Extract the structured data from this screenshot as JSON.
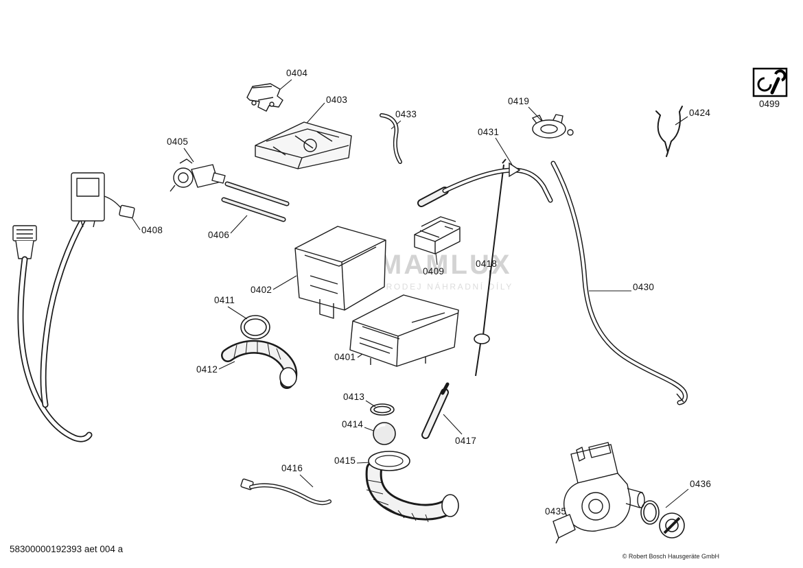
{
  "page": {
    "background_color": "#ffffff",
    "line_color": "#1a1a1a"
  },
  "parts": [
    {
      "id": "0401"
    },
    {
      "id": "0402"
    },
    {
      "id": "0403"
    },
    {
      "id": "0404"
    },
    {
      "id": "0405"
    },
    {
      "id": "0406"
    },
    {
      "id": "0408"
    },
    {
      "id": "0409"
    },
    {
      "id": "0411"
    },
    {
      "id": "0412"
    },
    {
      "id": "0413"
    },
    {
      "id": "0414"
    },
    {
      "id": "0415"
    },
    {
      "id": "0416"
    },
    {
      "id": "0417"
    },
    {
      "id": "0418"
    },
    {
      "id": "0419"
    },
    {
      "id": "0424"
    },
    {
      "id": "0430"
    },
    {
      "id": "0431"
    },
    {
      "id": "0433"
    },
    {
      "id": "0435"
    },
    {
      "id": "0436"
    }
  ],
  "toolbox": {
    "label": "0499",
    "icon": "wrench-icon"
  },
  "watermark": {
    "name": "MAMLUX",
    "tagline": "PRODEJ NÁHRADNÍ DÍLY",
    "text_color": "#cccccc",
    "accent_color": "#e2a1a1"
  },
  "footer": {
    "document_number": "58300000192393 aet 004 a",
    "copyright": "© Robert Bosch Hausgeräte GmbH"
  }
}
